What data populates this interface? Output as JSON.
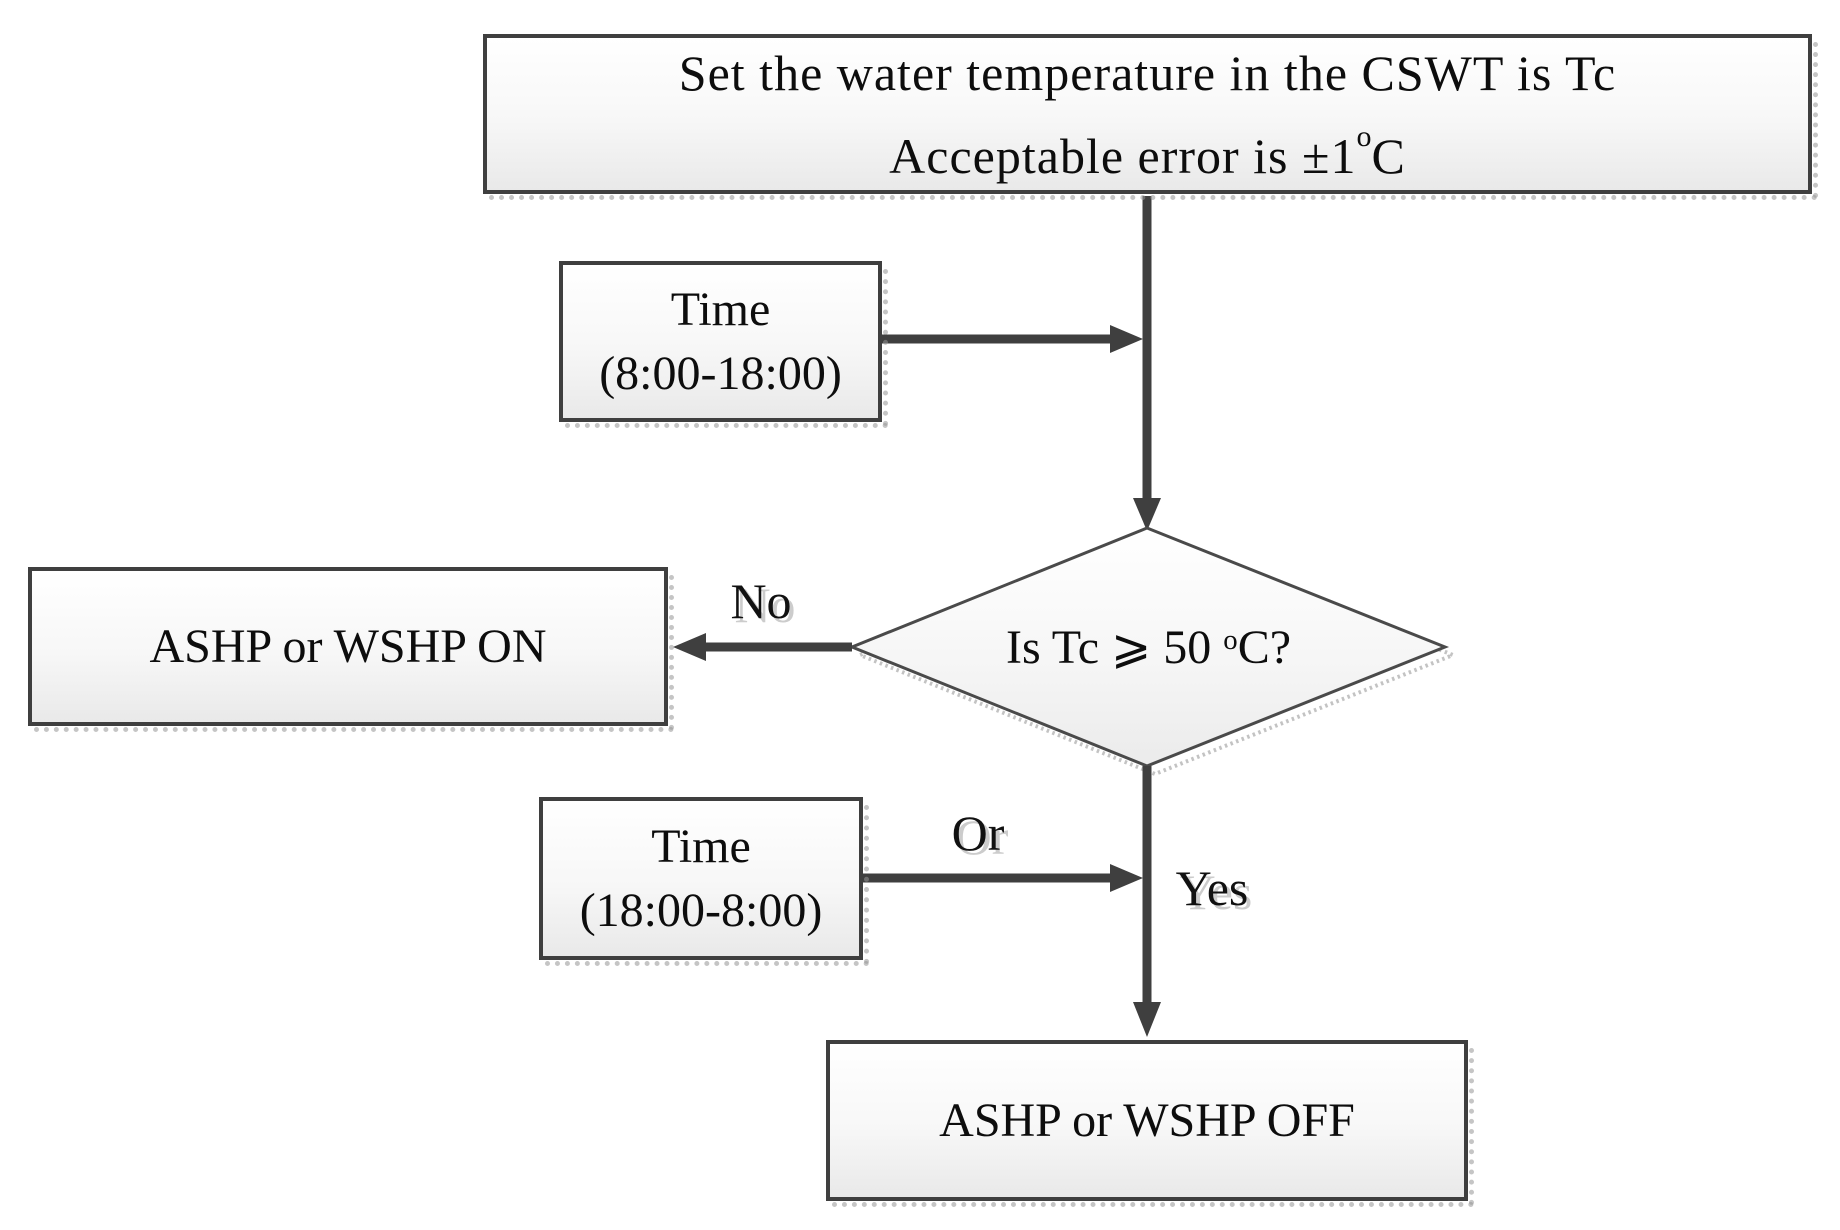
{
  "diagram": {
    "start_node": {
      "line1": "Set the water temperature in the CSWT is Tc",
      "line2_segments": [
        {
          "t": "Acceptable error is ±1"
        },
        {
          "t": "o",
          "s": "sup"
        },
        {
          "t": "C"
        }
      ]
    },
    "time_day_node": {
      "line1": "Time",
      "line2": "(8:00-18:00)"
    },
    "decision_node": {
      "segments": [
        {
          "t": "Is Tc ⩾ 50 "
        },
        {
          "t": "o",
          "s": "sup"
        },
        {
          "t": "C?"
        }
      ]
    },
    "ashp_on_node": {
      "label": "ASHP or WSHP ON"
    },
    "time_night_node": {
      "line1": "Time",
      "line2": "(18:00-8:00)"
    },
    "ashp_off_node": {
      "label": "ASHP or WSHP OFF"
    },
    "edge_labels": {
      "no": "No",
      "or": "Or",
      "yes": "Yes"
    }
  },
  "colors": {
    "line_and_border": "#3f3f3f",
    "diamond_stroke": "#4a4a4a",
    "box_fill_top": "#ffffff",
    "box_fill_bottom": "#e9e9e9",
    "text": "#0d0d0d",
    "shadow_dots": "#969696",
    "label_ghost": "#cccccc"
  }
}
